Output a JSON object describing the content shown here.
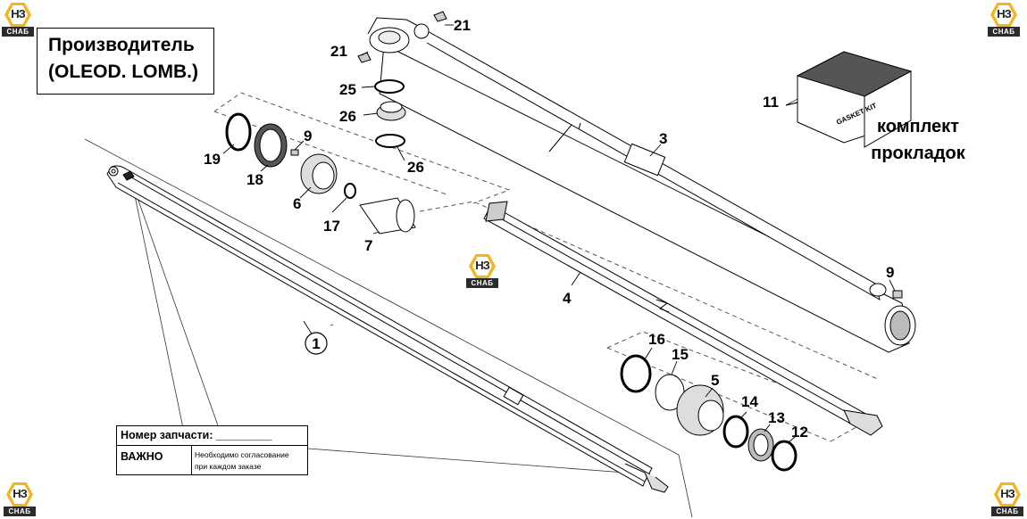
{
  "manufacturer": {
    "line1": "Производитель",
    "line2": "(OLEOD. LOMB.)"
  },
  "kit": {
    "label_line1": "комплект",
    "label_line2": "прокладок",
    "box_text": "GASKET KIT"
  },
  "part_table": {
    "part_number_label": "Номер запчасти: _________",
    "important_label": "ВАЖНО",
    "note_line1": "Необходимо согласование",
    "note_line2": "при каждом заказе"
  },
  "logo": {
    "mark": "НЗ",
    "band": "СНАБ"
  },
  "callouts": {
    "c1": "1",
    "c3": "3",
    "c4": "4",
    "c5": "5",
    "c6": "6",
    "c7": "7",
    "c9a": "9",
    "c9b": "9",
    "c11": "11",
    "c12": "12",
    "c13": "13",
    "c14": "14",
    "c15": "15",
    "c16": "16",
    "c17": "17",
    "c18": "18",
    "c19": "19",
    "c21a": "21",
    "c21b": "21",
    "c25": "25",
    "c26a": "26",
    "c26b": "26"
  }
}
